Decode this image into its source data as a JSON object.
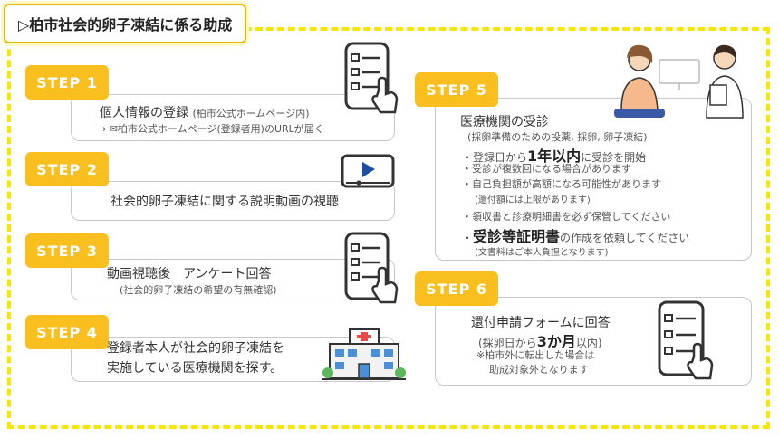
{
  "title": "▷柏市社会的卵子凍結に係る助成",
  "steps": [
    {
      "badge": "STEP 1",
      "line1": "個人情報の登録",
      "line1_small": "(柏市公式ホームページ内)",
      "line2": "→ ✉柏市公式ホームページ(登録者用)のURLが届く"
    },
    {
      "badge": "STEP 2",
      "line1": "社会的卵子凍結に関する説明動画の視聴"
    },
    {
      "badge": "STEP 3",
      "line1": "動画視聴後　アンケート回答",
      "line2": "(社会的卵子凍結の希望の有無確認)"
    },
    {
      "badge": "STEP 4",
      "line1": "登録者本人が社会的卵子凍結を",
      "line2": "実施している医療機関を探す。"
    },
    {
      "badge": "STEP 5",
      "head": "医療機関の受診",
      "sub": "(採卵準備のための投薬, 採卵, 卵子凍結)",
      "b1_pre": "・登録日から",
      "b1_bold": "1年以内",
      "b1_post": "に受診を開始",
      "b2": "・受診が複数回になる場合があります",
      "b3": "・自己負担額が高額になる可能性があります",
      "b3_note": "(還付額には上限があります)",
      "b4": "・領収書と診療明細書を必ず保管してください",
      "b5_pre": "・",
      "b5_bold": "受診等証明書",
      "b5_post": "の作成を依頼してください",
      "b5_note": "(文書料はご本人負担となります)"
    },
    {
      "badge": "STEP 6",
      "head": "還付申請フォームに回答",
      "sub_pre": "(採卵日から",
      "sub_bold": "3か月",
      "sub_post": "以内)",
      "note1": "※柏市外に転出した場合は",
      "note2": "助成対象外となります"
    }
  ],
  "colors": {
    "badge": "#f9bf1e",
    "frame": "#f7e600",
    "border": "#c8c8c8"
  }
}
